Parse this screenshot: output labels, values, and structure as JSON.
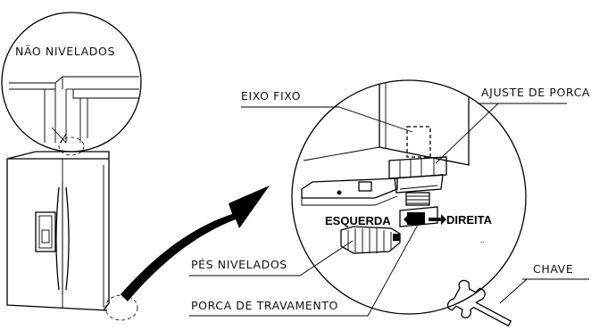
{
  "labels": {
    "not_leveled": "NÃO NIVELADOS",
    "fixed_axis": "EIXO FIXO",
    "nut_adjust": "AJUSTE DE PORCA",
    "left": "ESQUERDA",
    "right": "DIREITA",
    "leveled_feet": "PÉS NIVELADOS",
    "lock_nut": "PORCA DE TRAVAMENTO",
    "wrench": "CHAVE"
  },
  "icons": {
    "refrigerator": "refrigerator-icon",
    "wrench": "wrench-icon",
    "arrow": "curved-arrow-icon"
  }
}
